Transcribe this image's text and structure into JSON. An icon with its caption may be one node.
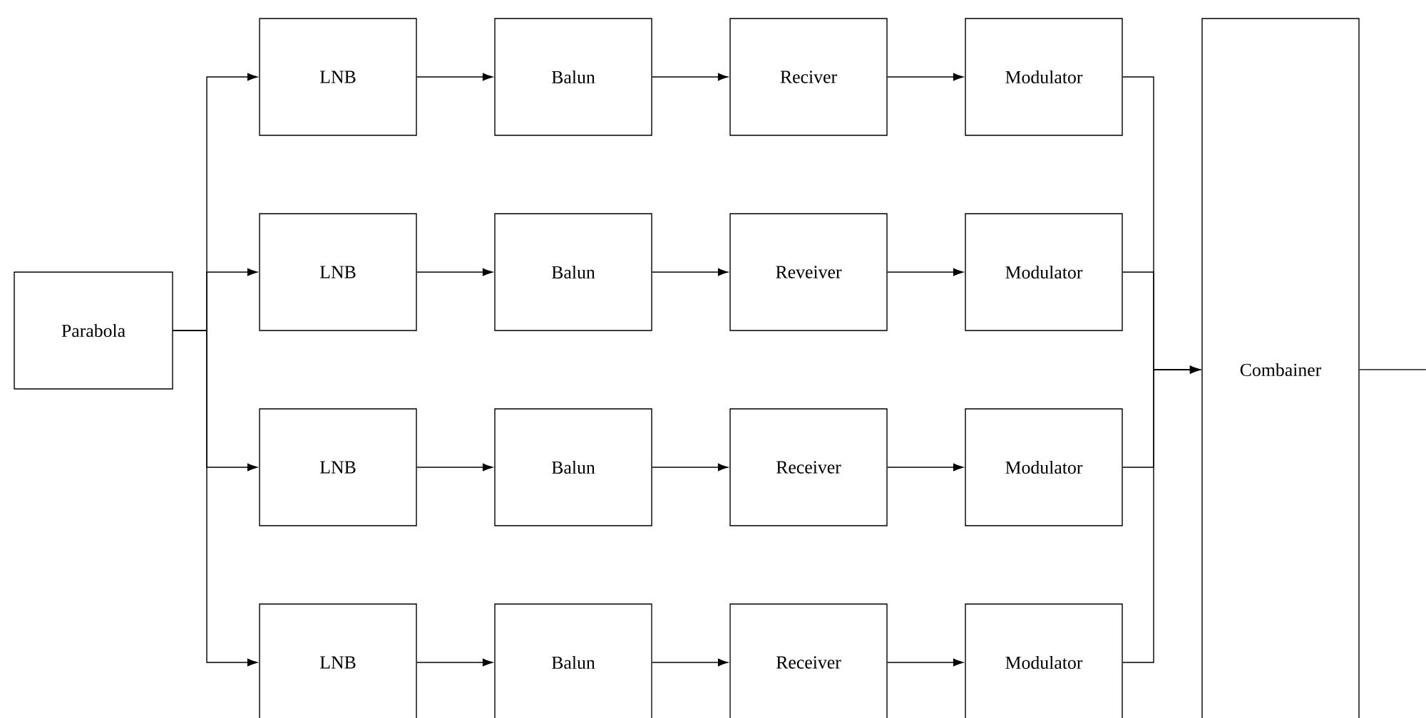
{
  "diagram": {
    "nodes": [
      {
        "text": [
          "Parabola"
        ]
      },
      {
        "text": [
          "LNB"
        ]
      },
      {
        "text": [
          "Balun"
        ]
      },
      {
        "text": [
          "Reciver"
        ]
      },
      {
        "text": [
          "Modulator"
        ]
      },
      {
        "text": [
          "LNB"
        ]
      },
      {
        "text": [
          "Balun"
        ]
      },
      {
        "text": [
          "Reveiver"
        ]
      },
      {
        "text": [
          "Modulator"
        ]
      },
      {
        "text": [
          "LNB"
        ]
      },
      {
        "text": [
          "Balun"
        ]
      },
      {
        "text": [
          "Receiver"
        ]
      },
      {
        "text": [
          "Modulator"
        ]
      },
      {
        "text": [
          "LNB"
        ]
      },
      {
        "text": [
          "Balun"
        ]
      },
      {
        "text": [
          "Receiver"
        ]
      },
      {
        "text": [
          "Modulator"
        ]
      },
      {
        "text": [
          "Combainer"
        ]
      }
    ],
    "edges": [
      {
        "from": 0,
        "to": 1,
        "arrow": "to"
      },
      {
        "from": 0,
        "to": 5,
        "arrow": "to"
      },
      {
        "from": 0,
        "to": 9,
        "arrow": "to"
      },
      {
        "from": 0,
        "to": 13,
        "arrow": "to"
      },
      {
        "from": 1,
        "to": 2,
        "arrow": "to"
      },
      {
        "from": 2,
        "to": 3,
        "arrow": "to"
      },
      {
        "from": 3,
        "to": 4,
        "arrow": "to"
      },
      {
        "from": 5,
        "to": 6,
        "arrow": "to"
      },
      {
        "from": 6,
        "to": 7,
        "arrow": "to"
      },
      {
        "from": 7,
        "to": 8,
        "arrow": "to"
      },
      {
        "from": 9,
        "to": 10,
        "arrow": "to"
      },
      {
        "from": 10,
        "to": 11,
        "arrow": "to"
      },
      {
        "from": 11,
        "to": 12,
        "arrow": "to"
      },
      {
        "from": 13,
        "to": 14,
        "arrow": "to"
      },
      {
        "from": 14,
        "to": 15,
        "arrow": "to"
      },
      {
        "from": 15,
        "to": 16,
        "arrow": "to"
      },
      {
        "from": 4,
        "to": 17,
        "arrow": "to"
      },
      {
        "from": 8,
        "to": 17,
        "arrow": "to"
      },
      {
        "from": 12,
        "to": 17,
        "arrow": "to"
      },
      {
        "from": 16,
        "to": 17,
        "arrow": "to"
      },
      {
        "from": 17,
        "to": null,
        "arrow": "none"
      }
    ]
  }
}
